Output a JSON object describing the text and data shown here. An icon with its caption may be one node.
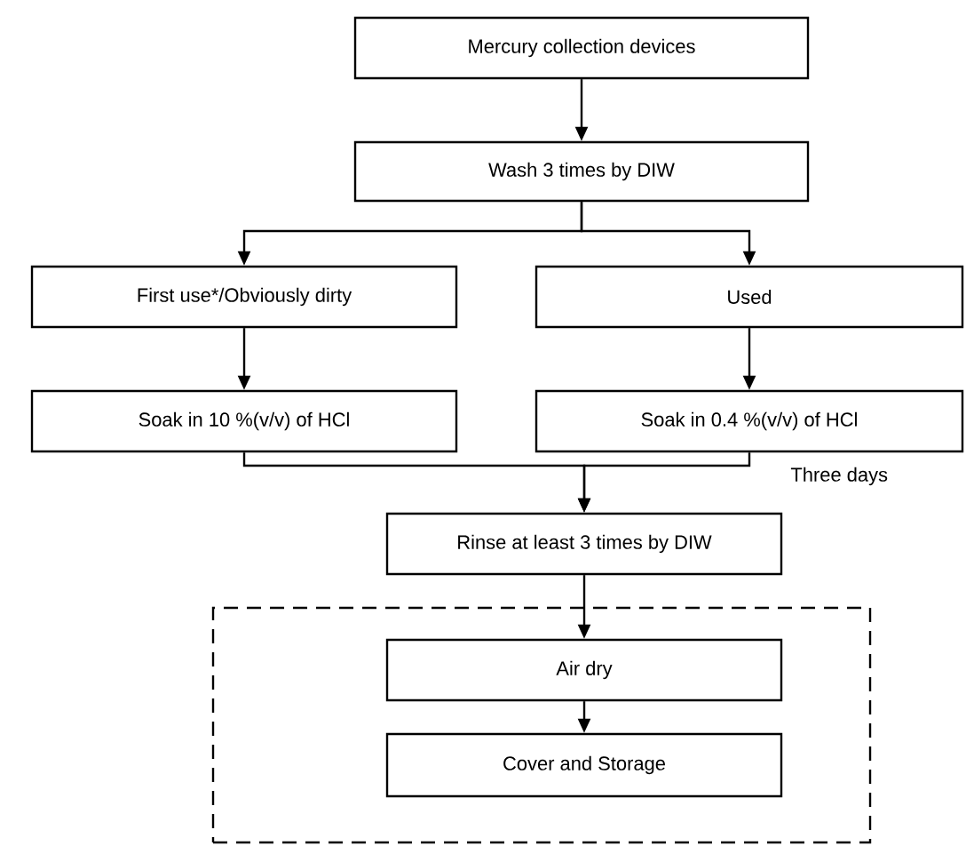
{
  "diagram": {
    "nodes": [
      {
        "text": [
          "Mercury collection devices"
        ]
      },
      {
        "text": [
          "Wash 3 times by DIW"
        ]
      },
      {
        "text": [
          "First use*/Obviously dirty"
        ]
      },
      {
        "text": [
          "Used"
        ]
      },
      {
        "text": [
          "Soak in 10 %(v/v) of HCl"
        ]
      },
      {
        "text": [
          "Soak in 0.4 %(v/v) of HCl"
        ]
      },
      {
        "text": [
          "Rinse at least 3 times by DIW"
        ]
      },
      {
        "text": [],
        "shape": "box"
      },
      {
        "text": [
          "Air dry"
        ],
        "in": 7
      },
      {
        "text": [
          "Cover and Storage"
        ],
        "in": 7
      }
    ],
    "edges": [
      {
        "from": 0,
        "to": 1,
        "arrow": "to"
      },
      {
        "from": 1,
        "to": 2,
        "arrow": "to"
      },
      {
        "from": 1,
        "to": 3,
        "arrow": "to"
      },
      {
        "from": 2,
        "to": 4,
        "arrow": "to"
      },
      {
        "from": 3,
        "to": 5,
        "arrow": "to"
      },
      {
        "from": 4,
        "to": 6,
        "arrow": "to"
      },
      {
        "from": 5,
        "to": 6,
        "arrow": "to",
        "label": "Three days"
      },
      {
        "from": 6,
        "to": 8,
        "arrow": "to"
      },
      {
        "from": 8,
        "to": 9,
        "arrow": "to"
      }
    ]
  }
}
